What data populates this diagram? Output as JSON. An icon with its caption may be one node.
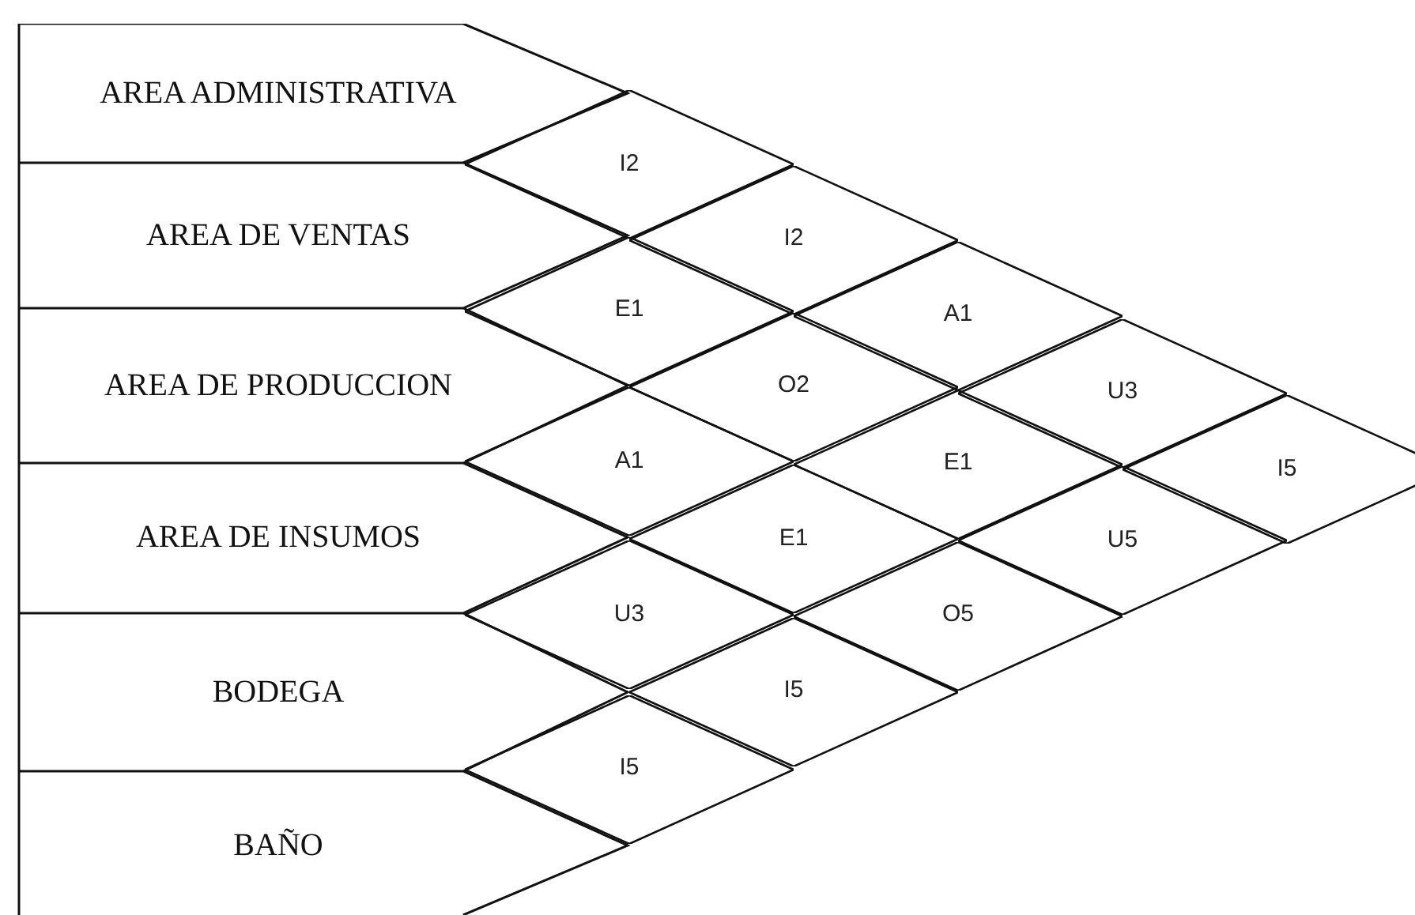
{
  "diagram": {
    "nodes": [
      {
        "text": [
          "AREA ADMINISTRATIVA"
        ]
      },
      {
        "text": [
          "AREA DE VENTAS"
        ]
      },
      {
        "text": [
          "AREA DE PRODUCCION"
        ]
      },
      {
        "text": [
          "AREA DE INSUMOS"
        ]
      },
      {
        "text": [
          "BODEGA"
        ]
      },
      {
        "text": [
          "BAÑO"
        ]
      },
      {
        "text": [
          "I2"
        ]
      },
      {
        "text": [
          "I2"
        ]
      },
      {
        "text": [
          "E1"
        ]
      },
      {
        "text": [
          "A1"
        ]
      },
      {
        "text": [
          "O2"
        ]
      },
      {
        "text": [
          "U3"
        ]
      },
      {
        "text": [
          "A1"
        ]
      },
      {
        "text": [
          "E1"
        ]
      },
      {
        "text": [
          "I5"
        ]
      },
      {
        "text": [
          "E1"
        ]
      },
      {
        "text": [
          "U5"
        ]
      },
      {
        "text": [
          "U3"
        ]
      },
      {
        "text": [
          "O5"
        ]
      },
      {
        "text": [
          "I5"
        ]
      },
      {
        "text": [
          "I5"
        ]
      }
    ]
  }
}
